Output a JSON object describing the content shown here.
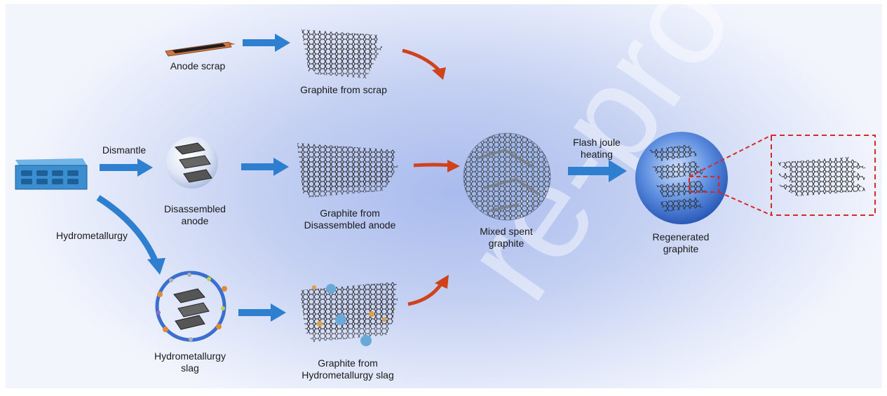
{
  "labels": {
    "anode_scrap": "Anode scrap",
    "graphite_scrap": "Graphite from scrap",
    "dismantle": "Dismantle",
    "disassembled_anode": "Disassembled\nanode",
    "graphite_disassembled": "Graphite from\nDisassembled anode",
    "hydrometallurgy": "Hydrometallurgy",
    "hydrometallurgy_slag": "Hydrometallurgy\nslag",
    "graphite_slag": "Graphite from\nHydrometallurgy slag",
    "mixed_spent": "Mixed spent\ngraphite",
    "flash_joule": "Flash joule\nheating",
    "regenerated": "Regenerated\ngraphite"
  },
  "watermark": "re-proofs",
  "colors": {
    "blue_arrow": "#2f7fd0",
    "red_arrow": "#d0421c",
    "zoom_box": "#d42a2a",
    "battery": "#3b8fd0"
  }
}
